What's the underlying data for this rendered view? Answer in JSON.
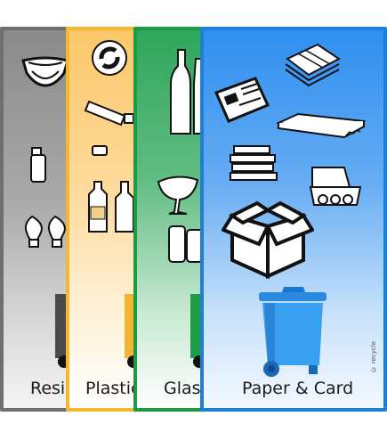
{
  "cards": {
    "residual": {
      "label": "Residual",
      "color": "#6f6f6f"
    },
    "plastic": {
      "label": "Plastic & Cans",
      "color": "#f5b731"
    },
    "glass": {
      "label": "Glass",
      "color": "#1c9b44"
    },
    "paper": {
      "label": "Paper & Card",
      "color": "#1f7fd6"
    }
  },
  "credit": "© recycle",
  "icons": [
    "nappy-icon",
    "lighter-icon",
    "light-bulb-icon",
    "residual-bin-icon",
    "recycle-symbol-icon",
    "tube-icon",
    "bottle-cap-icon",
    "plastic-bottles-icon",
    "plastic-bin-icon",
    "glass-bottles-icon",
    "wine-glass-icon",
    "cans-icon",
    "glass-bin-icon",
    "newspaper-icon",
    "paper-stack-icon",
    "cardboard-sheet-icon",
    "books-icon",
    "egg-box-icon",
    "cardboard-box-icon",
    "paper-bin-icon"
  ]
}
